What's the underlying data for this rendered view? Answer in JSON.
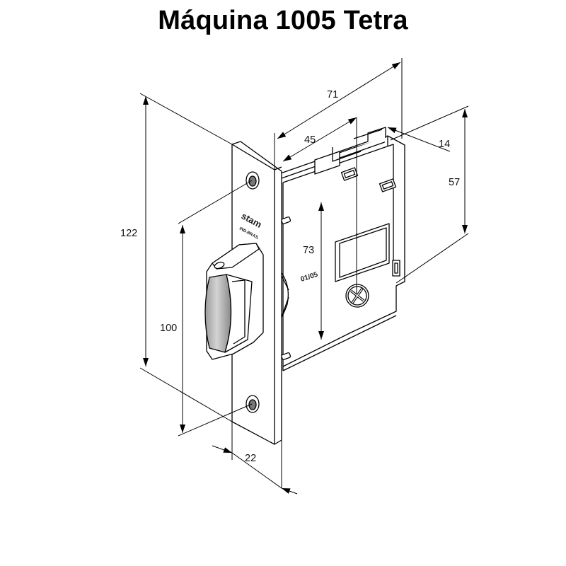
{
  "title": "Máquina 1005 Tetra",
  "dimensions": {
    "height_total": "122",
    "height_bolt": "100",
    "backset_body": "71",
    "backset_inner": "45",
    "offset_side": "14",
    "height_case": "57",
    "height_inner": "73",
    "faceplate_width": "22"
  },
  "markings": {
    "brand": "stam",
    "brand_sub": "IND.BRAS.",
    "code": "01/05"
  }
}
